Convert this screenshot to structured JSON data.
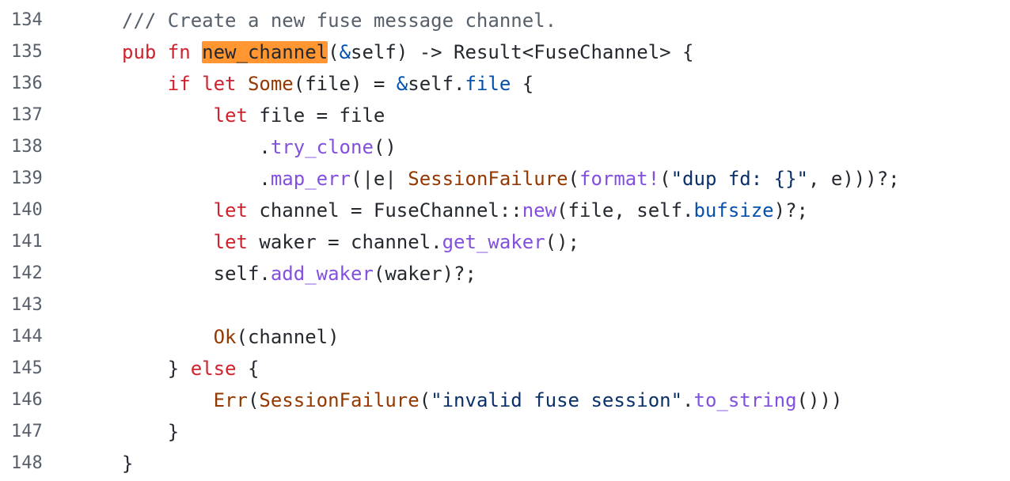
{
  "code": {
    "lines": [
      {
        "number": "134",
        "tokens": [
          {
            "t": "/// Create a new fuse message channel.",
            "k": "comment"
          }
        ]
      },
      {
        "number": "135",
        "tokens": [
          {
            "t": "pub fn ",
            "k": "keyword"
          },
          {
            "t": "new_channel",
            "k": "highlight"
          },
          {
            "t": "(",
            "k": "text"
          },
          {
            "t": "&",
            "k": "const"
          },
          {
            "t": "self) -> Result<FuseChannel> {",
            "k": "text"
          }
        ]
      },
      {
        "number": "136",
        "tokens": [
          {
            "t": "    ",
            "k": "text"
          },
          {
            "t": "if let ",
            "k": "keyword"
          },
          {
            "t": "Some",
            "k": "type"
          },
          {
            "t": "(file) = ",
            "k": "text"
          },
          {
            "t": "&",
            "k": "const"
          },
          {
            "t": "self.",
            "k": "text"
          },
          {
            "t": "file",
            "k": "const"
          },
          {
            "t": " {",
            "k": "text"
          }
        ]
      },
      {
        "number": "137",
        "tokens": [
          {
            "t": "        ",
            "k": "text"
          },
          {
            "t": "let",
            "k": "keyword"
          },
          {
            "t": " file = file",
            "k": "text"
          }
        ]
      },
      {
        "number": "138",
        "tokens": [
          {
            "t": "            .",
            "k": "text"
          },
          {
            "t": "try_clone",
            "k": "func"
          },
          {
            "t": "()",
            "k": "text"
          }
        ]
      },
      {
        "number": "139",
        "tokens": [
          {
            "t": "            .",
            "k": "text"
          },
          {
            "t": "map_err",
            "k": "func"
          },
          {
            "t": "(|e| ",
            "k": "text"
          },
          {
            "t": "SessionFailure",
            "k": "type"
          },
          {
            "t": "(",
            "k": "text"
          },
          {
            "t": "format!",
            "k": "func"
          },
          {
            "t": "(",
            "k": "text"
          },
          {
            "t": "\"dup fd: {}\"",
            "k": "string"
          },
          {
            "t": ", e)))?;",
            "k": "text"
          }
        ]
      },
      {
        "number": "140",
        "tokens": [
          {
            "t": "        ",
            "k": "text"
          },
          {
            "t": "let",
            "k": "keyword"
          },
          {
            "t": " channel = FuseChannel::",
            "k": "text"
          },
          {
            "t": "new",
            "k": "func"
          },
          {
            "t": "(file, self.",
            "k": "text"
          },
          {
            "t": "bufsize",
            "k": "const"
          },
          {
            "t": ")?;",
            "k": "text"
          }
        ]
      },
      {
        "number": "141",
        "tokens": [
          {
            "t": "        ",
            "k": "text"
          },
          {
            "t": "let",
            "k": "keyword"
          },
          {
            "t": " waker = channel.",
            "k": "text"
          },
          {
            "t": "get_waker",
            "k": "func"
          },
          {
            "t": "();",
            "k": "text"
          }
        ]
      },
      {
        "number": "142",
        "tokens": [
          {
            "t": "        self.",
            "k": "text"
          },
          {
            "t": "add_waker",
            "k": "func"
          },
          {
            "t": "(waker)?;",
            "k": "text"
          }
        ]
      },
      {
        "number": "143",
        "tokens": []
      },
      {
        "number": "144",
        "tokens": [
          {
            "t": "        ",
            "k": "text"
          },
          {
            "t": "Ok",
            "k": "type"
          },
          {
            "t": "(channel)",
            "k": "text"
          }
        ]
      },
      {
        "number": "145",
        "tokens": [
          {
            "t": "    } ",
            "k": "text"
          },
          {
            "t": "else",
            "k": "keyword"
          },
          {
            "t": " {",
            "k": "text"
          }
        ]
      },
      {
        "number": "146",
        "tokens": [
          {
            "t": "        ",
            "k": "text"
          },
          {
            "t": "Err",
            "k": "type"
          },
          {
            "t": "(",
            "k": "text"
          },
          {
            "t": "SessionFailure",
            "k": "type"
          },
          {
            "t": "(",
            "k": "text"
          },
          {
            "t": "\"invalid fuse session\"",
            "k": "string"
          },
          {
            "t": ".",
            "k": "text"
          },
          {
            "t": "to_string",
            "k": "func"
          },
          {
            "t": "()))",
            "k": "text"
          }
        ]
      },
      {
        "number": "147",
        "tokens": [
          {
            "t": "    }",
            "k": "text"
          }
        ]
      },
      {
        "number": "148",
        "tokens": [
          {
            "t": "}",
            "k": "text"
          }
        ]
      }
    ]
  }
}
